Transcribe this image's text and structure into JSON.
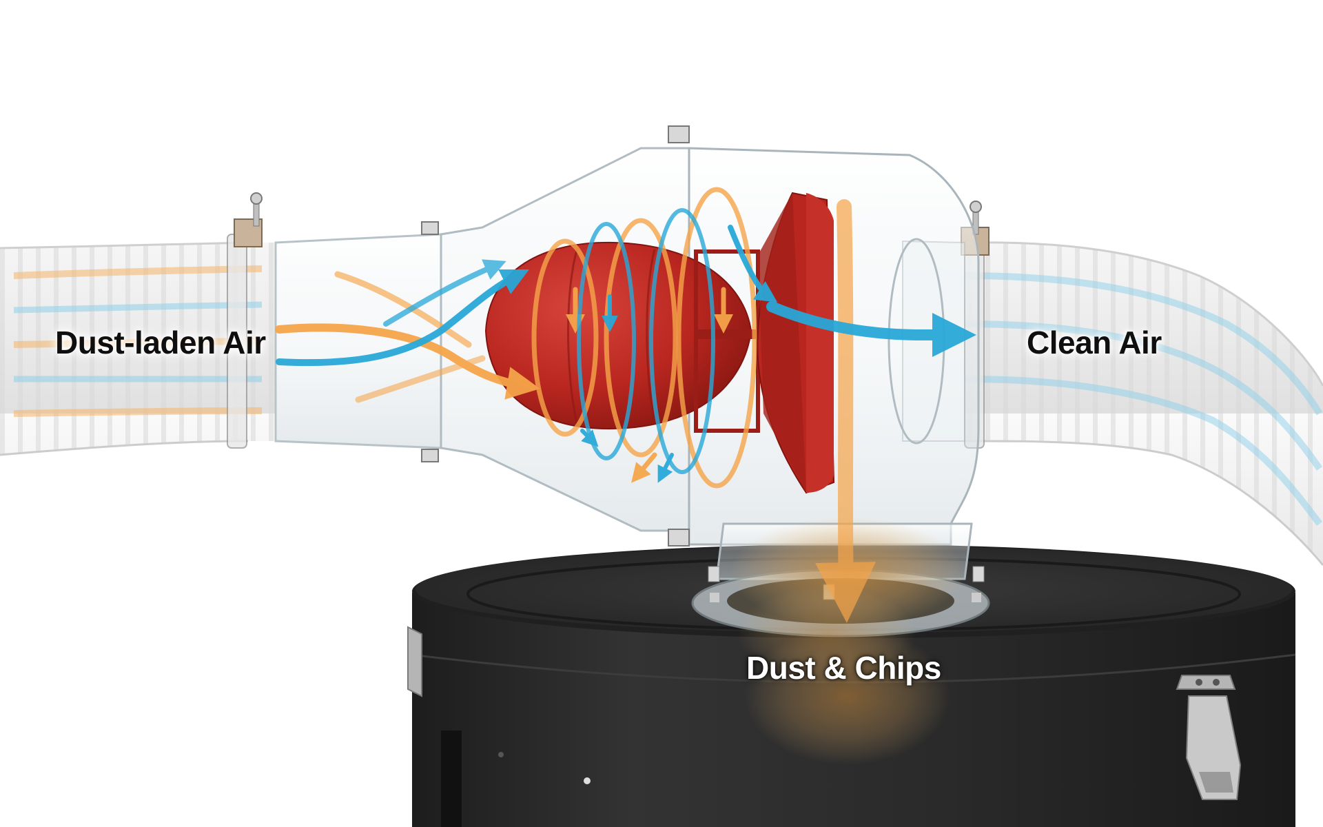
{
  "labels": {
    "inlet": "Dust-laden Air",
    "outlet": "Clean Air",
    "dust": "Dust & Chips"
  },
  "colors": {
    "background": "#ffffff",
    "hose": "#f2f2f2",
    "hose_rib": "#d8d8d8",
    "clear_housing": "#dfe6ea",
    "cone": "#b8261f",
    "cone_dark": "#7f1410",
    "dust_bin": "#2b2b2b",
    "clean_air_arrow": "#29a8d8",
    "dusty_air_arrow": "#f5a54a",
    "label_text": "#0f0f0f"
  },
  "icons": {
    "flow_in": "orange-arrow-icon",
    "flow_clean": "blue-arrow-icon",
    "clamp": "hose-clamp-icon",
    "latch": "bin-latch-icon"
  }
}
